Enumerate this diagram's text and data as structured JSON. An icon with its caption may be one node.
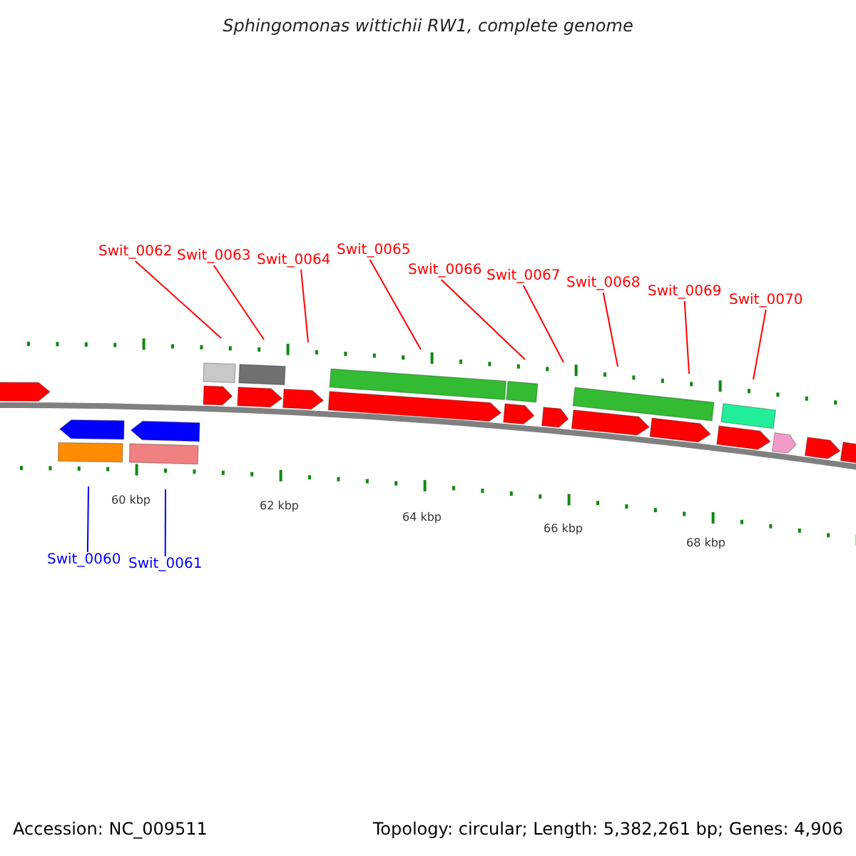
{
  "diagram": {
    "title": "Sphingomonas wittichii RW1, complete genome",
    "nodes": [
      {
        "text": [
          "Swit_0060"
        ]
      },
      {
        "text": [
          "Swit_0061"
        ]
      },
      {
        "text": [
          "Swit_0062"
        ]
      },
      {
        "text": [
          "Swit_0063"
        ]
      },
      {
        "text": [
          "Swit_0064"
        ]
      },
      {
        "text": [
          "Swit_0065"
        ]
      },
      {
        "text": [
          "Swit_0066"
        ]
      },
      {
        "text": [
          "Swit_0067"
        ]
      },
      {
        "text": [
          "Swit_0068"
        ]
      },
      {
        "text": [
          "Swit_0069"
        ]
      },
      {
        "text": [
          "Swit_0070"
        ]
      }
    ],
    "edges": [
      {
        "from": 0,
        "to": null,
        "arrow": "none",
        "color": "#0000ff"
      },
      {
        "from": 1,
        "to": null,
        "arrow": "none",
        "color": "#0000ff"
      },
      {
        "from": 2,
        "to": null,
        "arrow": "none"
      },
      {
        "from": 3,
        "to": null,
        "arrow": "none"
      },
      {
        "from": 4,
        "to": null,
        "arrow": "none"
      },
      {
        "from": 5,
        "to": null,
        "arrow": "none"
      },
      {
        "from": 6,
        "to": null,
        "arrow": "none"
      },
      {
        "from": 7,
        "to": null,
        "arrow": "none"
      },
      {
        "from": 8,
        "to": null,
        "arrow": "none"
      },
      {
        "from": 9,
        "to": null,
        "arrow": "none"
      },
      {
        "from": 10,
        "to": null,
        "arrow": "none"
      }
    ],
    "labels": [
      "60 kbp",
      "62 kbp",
      "64 kbp",
      "66 kbp",
      "68 kbp",
      "Accession: NC_009511",
      "Topology: circular; Length: 5,382,261 bp; Genes: 4,906"
    ]
  }
}
